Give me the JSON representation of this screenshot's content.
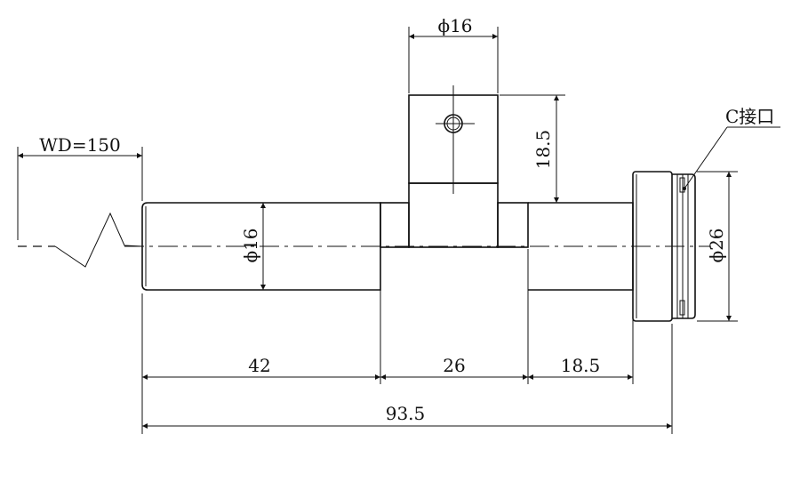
{
  "drawing": {
    "dimensions": {
      "working_distance": "WD=150",
      "hole_diameter": "ϕ16",
      "block_height": "18.5",
      "barrel_diameter": "ϕ16",
      "mount_diameter": "ϕ26",
      "segment_1_length": "42",
      "segment_2_length": "26",
      "segment_3_length": "18.5",
      "overall_length": "93.5"
    },
    "callouts": {
      "mount": "C接口"
    },
    "colors": {
      "line": "#111111",
      "background": "#ffffff"
    }
  }
}
